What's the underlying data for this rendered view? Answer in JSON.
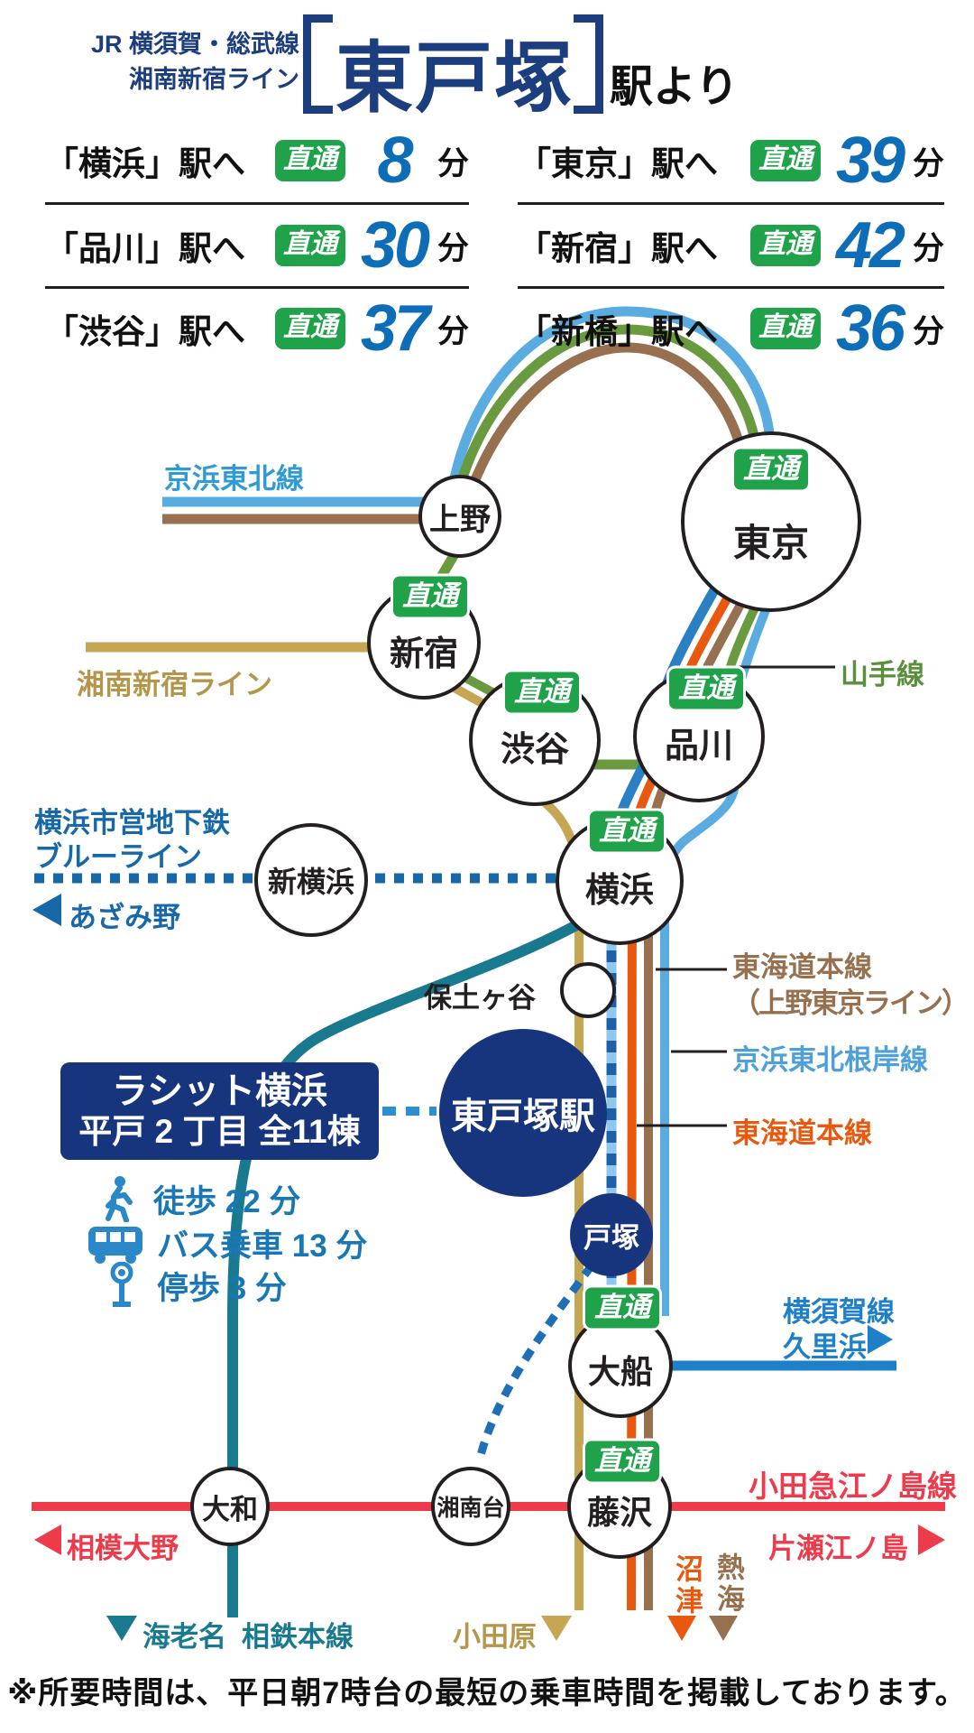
{
  "header": {
    "jr_lines": [
      "JR 横須賀・総武線",
      "湘南新宿ライン"
    ],
    "station": "東戸塚",
    "suffix": "駅より"
  },
  "labels": {
    "direct": "直通",
    "minutes_unit": "分"
  },
  "times": [
    {
      "dest": "「横浜」駅へ",
      "minutes": "8"
    },
    {
      "dest": "「東京」駅へ",
      "minutes": "39"
    },
    {
      "dest": "「品川」駅へ",
      "minutes": "30"
    },
    {
      "dest": "「新宿」駅へ",
      "minutes": "42"
    },
    {
      "dest": "「渋谷」駅へ",
      "minutes": "37"
    },
    {
      "dest": "「新橋」駅へ",
      "minutes": "36"
    }
  ],
  "stations": {
    "ueno": "上野",
    "tokyo": "東京",
    "shinjuku": "新宿",
    "shibuya": "渋谷",
    "shinagawa": "品川",
    "yokohama": "横浜",
    "shin_yokohama": "新横浜",
    "hodogaya": "保土ヶ谷",
    "higashi_totsuka": "東戸塚駅",
    "totsuka": "戸塚",
    "ofuna": "大船",
    "fujisawa": "藤沢",
    "shonandai": "湘南台",
    "yamato": "大和"
  },
  "line_labels": {
    "keihin_tohoku": "京浜東北線",
    "shonan_shinjuku": "湘南新宿ライン",
    "yamanote": "山手線",
    "subway_line1": "横浜市営地下鉄",
    "subway_line2": "ブルーライン",
    "tokaido_ueno_line1": "東海道本線",
    "tokaido_ueno_line2": "（上野東京ライン）",
    "keihin_negishi": "京浜東北根岸線",
    "tokaido": "東海道本線",
    "yokosuka": "横須賀線",
    "kurihama": "久里浜",
    "odakyu_enoshima": "小田急江ノ島線",
    "sotetsu": "相鉄本線"
  },
  "directions": {
    "azamino": "あざみ野",
    "sagami_ono": "相模大野",
    "katase_enoshima": "片瀬江ノ島",
    "ebina": "海老名",
    "odawara": "小田原",
    "numazu": "沼津",
    "atami": "熱海"
  },
  "property": {
    "name": "ラシット横浜",
    "detail": "平戸 2 丁目 全11棟"
  },
  "access": [
    {
      "icon": "walk-icon",
      "label": "徒歩 22 分"
    },
    {
      "icon": "bus-icon",
      "label": "バス乗車 13 分"
    },
    {
      "icon": "bus-stop-icon",
      "label": "停歩 3 分"
    }
  ],
  "footer": {
    "note": "※所要時間は、平日朝7時台の最短の乗車時間を掲載しております。"
  },
  "colors": {
    "navy": "#17357c",
    "badge_green": "#1fa24a",
    "time_blue": "#0e6db7",
    "yamanote_green": "#6a9a40",
    "keihin_lightblue": "#5aace0",
    "ueno_tokyo_brown": "#96704f",
    "tokaido_orange": "#e8590f",
    "shonan_gold": "#c7a653",
    "sotetsu_teal": "#18798f",
    "odakyu_red": "#ee3b4b",
    "yokosuka_blue": "#1e80c8",
    "subway_blue": "#1668a8"
  }
}
